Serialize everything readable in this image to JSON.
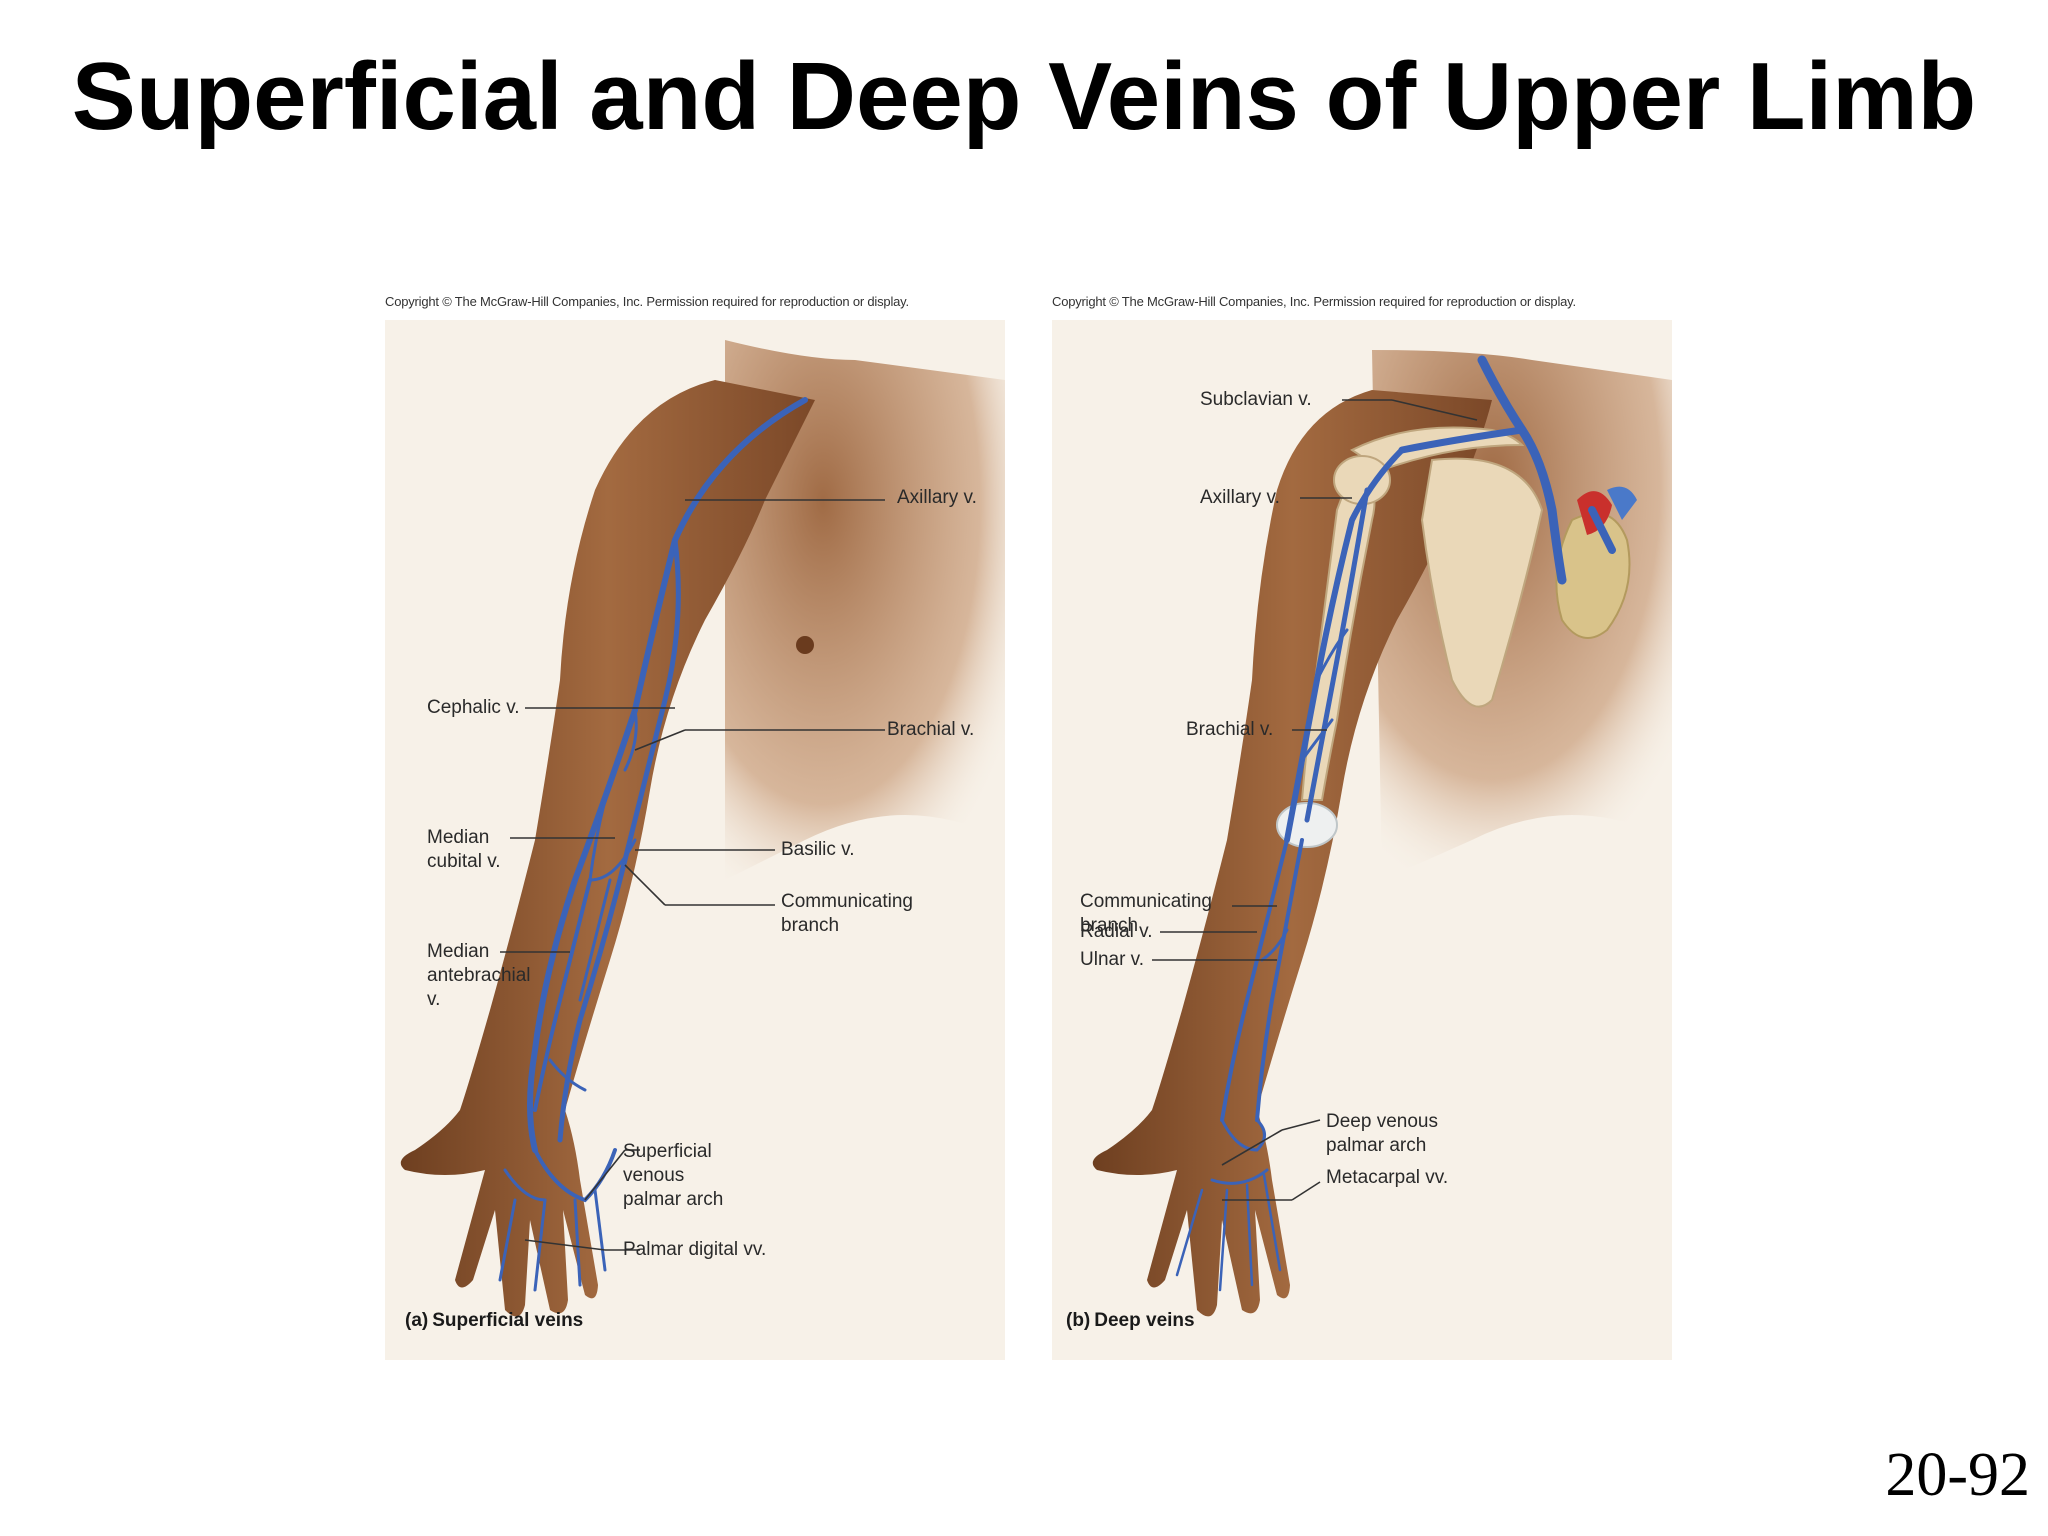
{
  "title": "Superficial and Deep Veins of Upper Limb",
  "copyright": "Copyright © The McGraw-Hill Companies, Inc. Permission required for reproduction or display.",
  "panels": {
    "a": {
      "tag": "(a)",
      "caption": "Superficial veins",
      "labels": {
        "axillary": "Axillary v.",
        "cephalic": "Cephalic v.",
        "brachial": "Brachial v.",
        "median_cubital": "Median\ncubital v.",
        "basilic": "Basilic v.",
        "communicating": "Communicating\nbranch",
        "median_antebrachial": "Median\nantebrachial\nv.",
        "superficial_arch": "Superficial\nvenous\npalmar arch",
        "palmar_digital": "Palmar digital vv."
      }
    },
    "b": {
      "tag": "(b)",
      "caption": "Deep veins",
      "labels": {
        "subclavian": "Subclavian v.",
        "axillary": "Axillary v.",
        "brachial": "Brachial v.",
        "communicating": "Communicating\nbranch",
        "radial": "Radial v.",
        "ulnar": "Ulnar v.",
        "deep_arch": "Deep venous\npalmar arch",
        "metacarpal": "Metacarpal vv."
      }
    }
  },
  "page_number": "20-92",
  "colors": {
    "skin": "#8a5531",
    "skin_highlight": "#b07548",
    "vein": "#3b63b8",
    "bone": "#ead8b8",
    "background": "#f7f1e8"
  }
}
